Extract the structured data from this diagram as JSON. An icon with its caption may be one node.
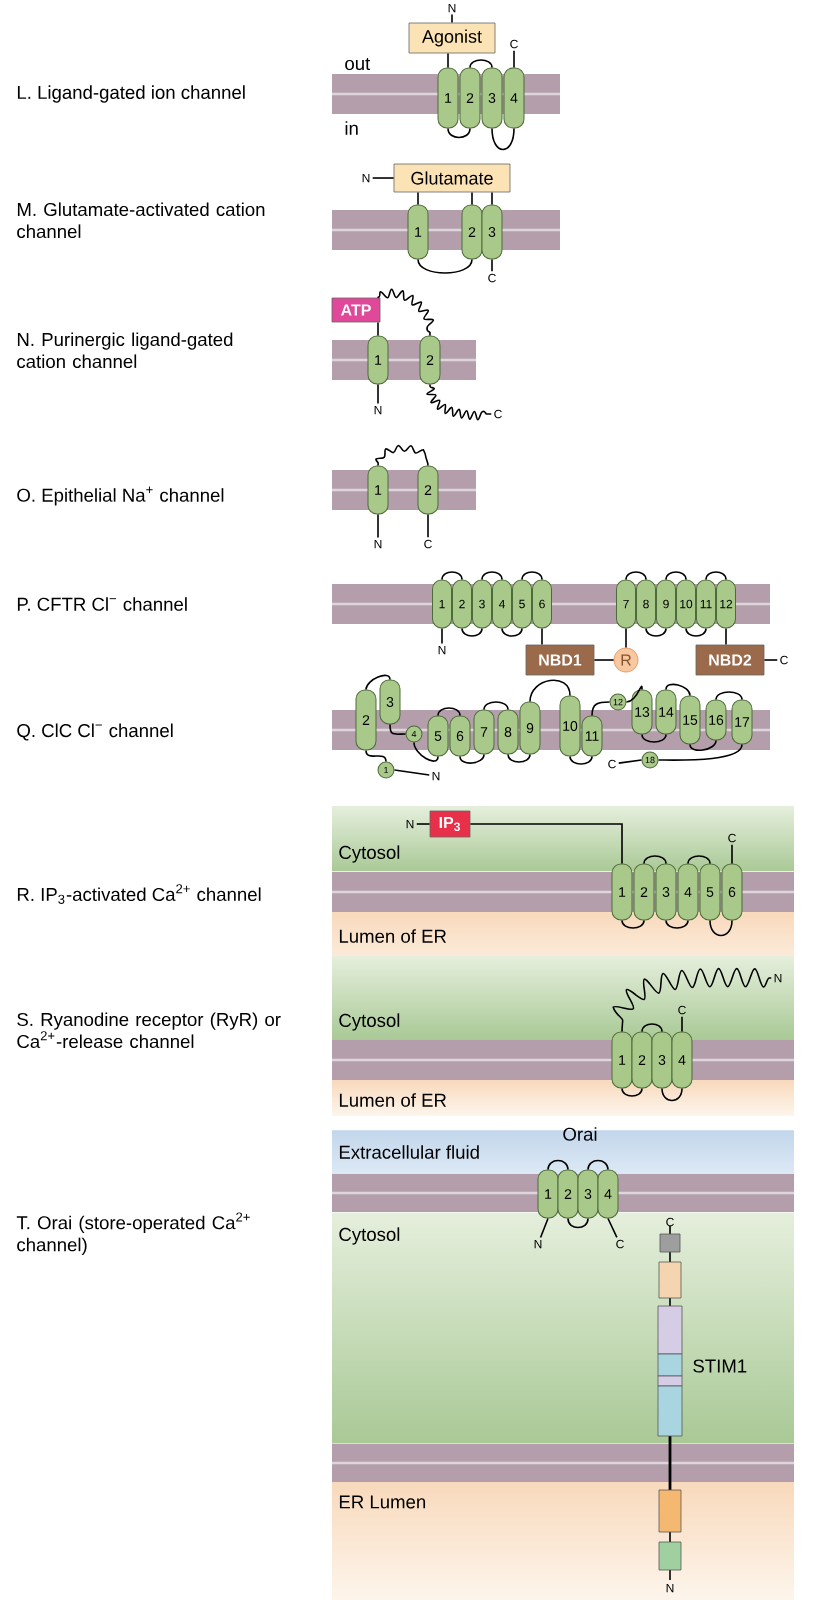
{
  "diagram": {
    "nodes": [
      {
        "text": [
          "N"
        ]
      },
      {
        "text": [
          "Agonist"
        ]
      },
      {
        "text": [
          "1"
        ]
      },
      {
        "text": [
          "2"
        ]
      },
      {
        "text": [
          "3"
        ]
      },
      {
        "text": [
          "4"
        ]
      },
      {
        "text": [
          "C"
        ]
      },
      {
        "text": [
          "N"
        ]
      },
      {
        "text": [
          "Glutamate"
        ]
      },
      {
        "text": [
          "1"
        ]
      },
      {
        "text": [
          "2"
        ]
      },
      {
        "text": [
          "3"
        ]
      },
      {
        "text": [
          "C"
        ]
      },
      {
        "text": [
          "ATP"
        ]
      },
      {
        "text": [
          "1"
        ]
      },
      {
        "text": [
          "2"
        ]
      },
      {
        "text": [
          "N"
        ]
      },
      {
        "text": [
          "C"
        ]
      },
      {
        "text": [
          "1"
        ]
      },
      {
        "text": [
          "2"
        ]
      },
      {
        "text": [
          "N"
        ]
      },
      {
        "text": [
          "C"
        ]
      },
      {
        "text": [
          "1"
        ]
      },
      {
        "text": [
          "2"
        ]
      },
      {
        "text": [
          "3"
        ]
      },
      {
        "text": [
          "4"
        ]
      },
      {
        "text": [
          "5"
        ]
      },
      {
        "text": [
          "6"
        ]
      },
      {
        "text": [
          "7"
        ]
      },
      {
        "text": [
          "8"
        ]
      },
      {
        "text": [
          "9"
        ]
      },
      {
        "text": [
          "10"
        ]
      },
      {
        "text": [
          "11"
        ]
      },
      {
        "text": [
          "12"
        ]
      },
      {
        "text": [
          "N"
        ]
      },
      {
        "text": [
          "NBD1"
        ]
      },
      {
        "text": [
          "R"
        ]
      },
      {
        "text": [
          "NBD2"
        ]
      },
      {
        "text": [
          "C"
        ]
      },
      {
        "text": [
          "1"
        ]
      },
      {
        "text": [
          "2"
        ]
      },
      {
        "text": [
          "3"
        ]
      },
      {
        "text": [
          "4"
        ]
      },
      {
        "text": [
          "5"
        ]
      },
      {
        "text": [
          "6"
        ]
      },
      {
        "text": [
          "7"
        ]
      },
      {
        "text": [
          "8"
        ]
      },
      {
        "text": [
          "9"
        ]
      },
      {
        "text": [
          "10"
        ]
      },
      {
        "text": [
          "11"
        ]
      },
      {
        "text": [
          "12"
        ]
      },
      {
        "text": [
          "13"
        ]
      },
      {
        "text": [
          "14"
        ]
      },
      {
        "text": [
          "15"
        ]
      },
      {
        "text": [
          "16"
        ]
      },
      {
        "text": [
          "17"
        ]
      },
      {
        "text": [
          "18"
        ]
      },
      {
        "text": [
          "N"
        ]
      },
      {
        "text": [
          "C"
        ]
      },
      {
        "text": [
          "N"
        ]
      },
      {
        "text": [
          "IP$_{3}$"
        ]
      },
      {
        "text": [
          "1"
        ]
      },
      {
        "text": [
          "2"
        ]
      },
      {
        "text": [
          "3"
        ]
      },
      {
        "text": [
          "4"
        ]
      },
      {
        "text": [
          "5"
        ]
      },
      {
        "text": [
          "6"
        ]
      },
      {
        "text": [
          "C"
        ]
      },
      {
        "text": [
          "N"
        ]
      },
      {
        "text": [
          "1"
        ]
      },
      {
        "text": [
          "2"
        ]
      },
      {
        "text": [
          "3"
        ]
      },
      {
        "text": [
          "4"
        ]
      },
      {
        "text": [
          "C"
        ]
      },
      {
        "text": [
          "1"
        ]
      },
      {
        "text": [
          "2"
        ]
      },
      {
        "text": [
          "3"
        ]
      },
      {
        "text": [
          "4"
        ]
      },
      {
        "text": [
          "N"
        ]
      },
      {
        "text": [
          "C"
        ]
      }
    ],
    "edges": [
      {
        "from": 0,
        "to": 1,
        "arrow": "none"
      },
      {
        "from": 1,
        "to": 2,
        "arrow": "none"
      },
      {
        "from": 2,
        "to": 3,
        "arrow": "none"
      },
      {
        "from": 3,
        "to": 4,
        "arrow": "none"
      },
      {
        "from": 4,
        "to": 5,
        "arrow": "none"
      },
      {
        "from": 5,
        "to": 6,
        "arrow": "none"
      },
      {
        "from": 7,
        "to": 8,
        "arrow": "none"
      },
      {
        "from": 8,
        "to": 9,
        "arrow": "none"
      },
      {
        "from": 9,
        "to": 10,
        "arrow": "none"
      },
      {
        "from": 10,
        "to": 8,
        "arrow": "none"
      },
      {
        "from": 8,
        "to": 11,
        "arrow": "none"
      },
      {
        "from": 11,
        "to": 12,
        "arrow": "none"
      },
      {
        "from": 16,
        "to": 14,
        "arrow": "none"
      },
      {
        "from": 14,
        "to": 13,
        "arrow": "none"
      },
      {
        "from": 13,
        "to": 15,
        "arrow": "none"
      },
      {
        "from": 15,
        "to": 17,
        "arrow": "none"
      },
      {
        "from": 20,
        "to": 18,
        "arrow": "none"
      },
      {
        "from": 18,
        "to": 19,
        "arrow": "none"
      },
      {
        "from": 19,
        "to": 21,
        "arrow": "none"
      },
      {
        "from": 34,
        "to": 22,
        "arrow": "none"
      },
      {
        "from": 22,
        "to": 23,
        "arrow": "none"
      },
      {
        "from": 23,
        "to": 24,
        "arrow": "none"
      },
      {
        "from": 24,
        "to": 25,
        "arrow": "none"
      },
      {
        "from": 25,
        "to": 26,
        "arrow": "none"
      },
      {
        "from": 26,
        "to": 27,
        "arrow": "none"
      },
      {
        "from": 27,
        "to": 35,
        "arrow": "none"
      },
      {
        "from": 35,
        "to": 36,
        "arrow": "none"
      },
      {
        "from": 36,
        "to": 28,
        "arrow": "none"
      },
      {
        "from": 28,
        "to": 29,
        "arrow": "none"
      },
      {
        "from": 29,
        "to": 30,
        "arrow": "none"
      },
      {
        "from": 30,
        "to": 31,
        "arrow": "none"
      },
      {
        "from": 31,
        "to": 32,
        "arrow": "none"
      },
      {
        "from": 32,
        "to": 33,
        "arrow": "none"
      },
      {
        "from": 33,
        "to": 37,
        "arrow": "none"
      },
      {
        "from": 37,
        "to": 38,
        "arrow": "none"
      },
      {
        "from": 57,
        "to": 39,
        "arrow": "none"
      },
      {
        "from": 39,
        "to": 40,
        "arrow": "none"
      },
      {
        "from": 40,
        "to": 41,
        "arrow": "none"
      },
      {
        "from": 41,
        "to": 42,
        "arrow": "none"
      },
      {
        "from": 42,
        "to": 43,
        "arrow": "none"
      },
      {
        "from": 43,
        "to": 44,
        "arrow": "none"
      },
      {
        "from": 44,
        "to": 45,
        "arrow": "none"
      },
      {
        "from": 45,
        "to": 46,
        "arrow": "none"
      },
      {
        "from": 46,
        "to": 47,
        "arrow": "none"
      },
      {
        "from": 47,
        "to": 48,
        "arrow": "none"
      },
      {
        "from": 48,
        "to": 49,
        "arrow": "none"
      },
      {
        "from": 49,
        "to": 50,
        "arrow": "none"
      },
      {
        "from": 50,
        "to": 51,
        "arrow": "none"
      },
      {
        "from": 51,
        "to": 52,
        "arrow": "none"
      },
      {
        "from": 52,
        "to": 53,
        "arrow": "none"
      },
      {
        "from": 53,
        "to": 54,
        "arrow": "none"
      },
      {
        "from": 54,
        "to": 55,
        "arrow": "none"
      },
      {
        "from": 55,
        "to": 56,
        "arrow": "none"
      },
      {
        "from": 56,
        "to": 58,
        "arrow": "none"
      },
      {
        "from": 59,
        "to": 60,
        "arrow": "none"
      },
      {
        "from": 60,
        "to": 61,
        "arrow": "none"
      },
      {
        "from": 61,
        "to": 62,
        "arrow": "none"
      },
      {
        "from": 62,
        "to": 63,
        "arrow": "none"
      },
      {
        "from": 63,
        "to": 64,
        "arrow": "none"
      },
      {
        "from": 64,
        "to": 65,
        "arrow": "none"
      },
      {
        "from": 65,
        "to": 66,
        "arrow": "none"
      },
      {
        "from": 66,
        "to": 67,
        "arrow": "none"
      },
      {
        "from": 68,
        "to": 69,
        "arrow": "none"
      },
      {
        "from": 69,
        "to": 70,
        "arrow": "none"
      },
      {
        "from": 70,
        "to": 71,
        "arrow": "none"
      },
      {
        "from": 71,
        "to": 72,
        "arrow": "none"
      },
      {
        "from": 72,
        "to": 73,
        "arrow": "none"
      },
      {
        "from": 78,
        "to": 74,
        "arrow": "none"
      },
      {
        "from": 74,
        "to": 75,
        "arrow": "none"
      },
      {
        "from": 75,
        "to": 76,
        "arrow": "none"
      },
      {
        "from": 76,
        "to": 77,
        "arrow": "none"
      },
      {
        "from": 77,
        "to": 79,
        "arrow": "none"
      }
    ],
    "labels": [
      "L. Ligand-gated ion channel",
      "out",
      "in",
      "M. Glutamate-activated cation channel",
      "N. Purinergic ligand-gated cation channel",
      "O. Epithelial Na$^{+}$ channel",
      "P. CFTR Cl$^{−}$ channel",
      "Q. ClC Cl$^{−}$ channel",
      "Cytosol",
      "R. IP$_{3}$-activated Ca$^{2+}$ channel",
      "Lumen of ER",
      "Cytosol",
      "S. Ryanodine receptor (RyR) or Ca$^{2+}$-release channel",
      "Lumen of ER",
      "Extracellular fluid",
      "Orai",
      "T. Orai (store-operated Ca$^{2+}$ channel)",
      "Cytosol",
      "C",
      "STIM1",
      "ER Lumen",
      "N"
    ]
  }
}
